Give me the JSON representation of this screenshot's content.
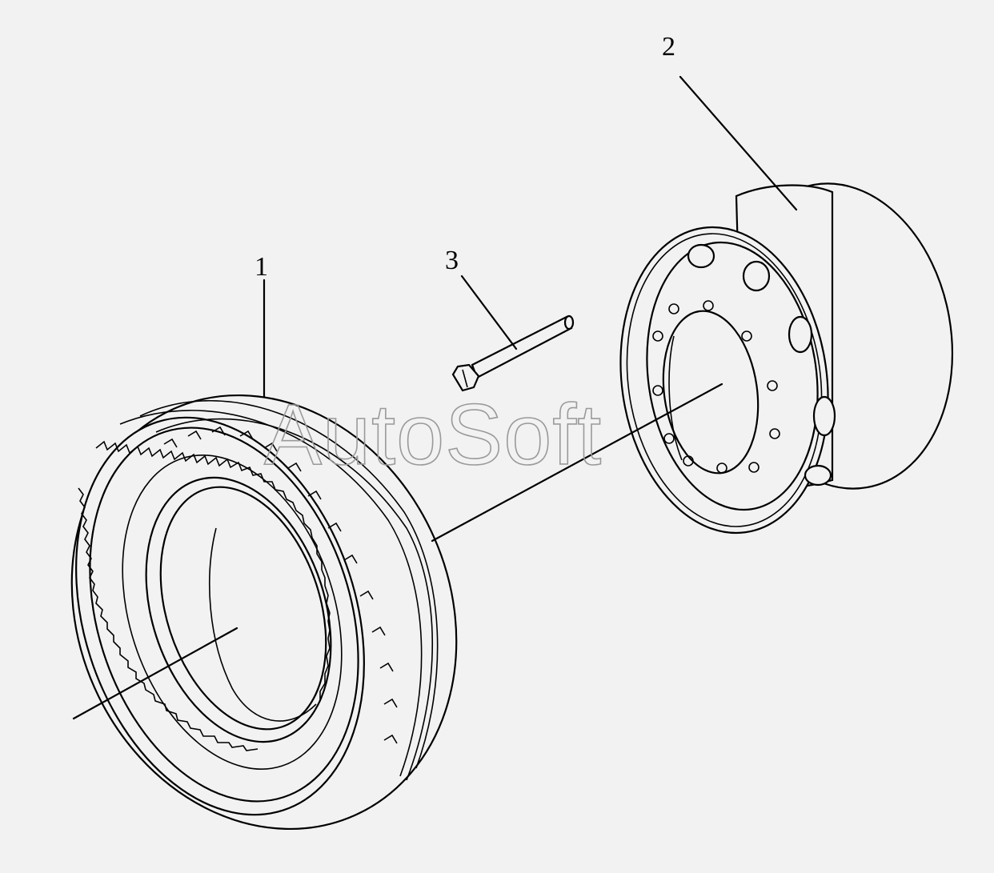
{
  "callouts": {
    "tire": "1",
    "rim": "2",
    "bolt": "3"
  },
  "watermark": "AutoSoft",
  "colors": {
    "background": "#f2f2f2",
    "line": "#000000",
    "watermark_stroke": "#9a9a9a"
  }
}
